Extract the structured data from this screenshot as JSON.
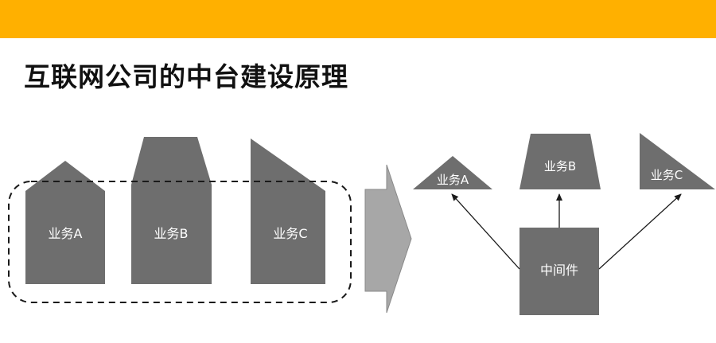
{
  "header": {
    "title": "互联网公司的中台建设原理",
    "bar_color": "#FFB000"
  },
  "colors": {
    "shape_fill": "#6e6e6e",
    "arrow_fill": "#a7a7a7",
    "dashed_border": "#1a1a1a",
    "label_color": "#ffffff"
  },
  "left_side": {
    "services": [
      {
        "label": "业务A"
      },
      {
        "label": "业务B"
      },
      {
        "label": "业务C"
      }
    ]
  },
  "right_side": {
    "services": [
      {
        "label": "业务A"
      },
      {
        "label": "业务B"
      },
      {
        "label": "业务C"
      }
    ],
    "middleware": {
      "label": "中间件"
    }
  }
}
